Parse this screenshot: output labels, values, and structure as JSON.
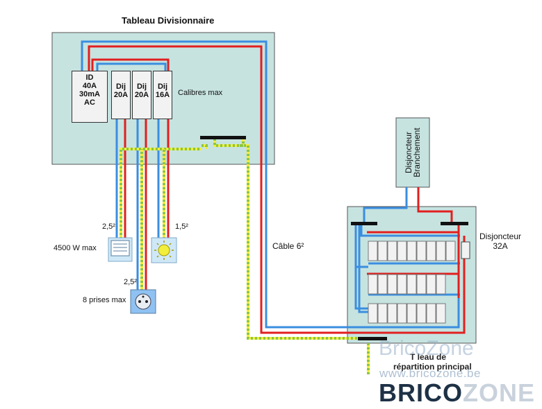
{
  "colors": {
    "panel": "#c6e3e0",
    "neutral": "#3a8ee0",
    "phase": "#e11f1f",
    "earth_yellow": "#f2ee3c",
    "earth_green": "#8cc63f",
    "breaker_bg": "#f2f2f2"
  },
  "sub_panel": {
    "title": "Tableau Divisionnaire",
    "calibres_label": "Calibres  max",
    "breakers": [
      {
        "lines": [
          "ID",
          "40A",
          "30mA",
          "AC"
        ]
      },
      {
        "lines": [
          "Dij",
          "20A"
        ]
      },
      {
        "lines": [
          "Dij",
          "20A"
        ]
      },
      {
        "lines": [
          "Dij",
          "16A"
        ]
      }
    ]
  },
  "circuits": {
    "heater": {
      "section": "2,5²",
      "label": "4500 W max",
      "icon": "radiator-icon"
    },
    "light": {
      "section": "1,5²",
      "icon": "light-icon"
    },
    "socket": {
      "section": "2,5²",
      "label": "8 prises max",
      "icon": "socket-icon"
    }
  },
  "cable_label": "Câble 6²",
  "branchement": {
    "line1": "Disjoncteur",
    "line2": "Branchement"
  },
  "main_panel": {
    "breaker_label_line1": "Disjoncteur",
    "breaker_label_line2": "32A",
    "title_partial": "T  leau de",
    "subtitle": "répartition principal"
  },
  "watermark": {
    "top": "BricoZone",
    "url": "www.bricozone.be",
    "logo_left": "BRICO",
    "logo_right": "ZONE"
  }
}
